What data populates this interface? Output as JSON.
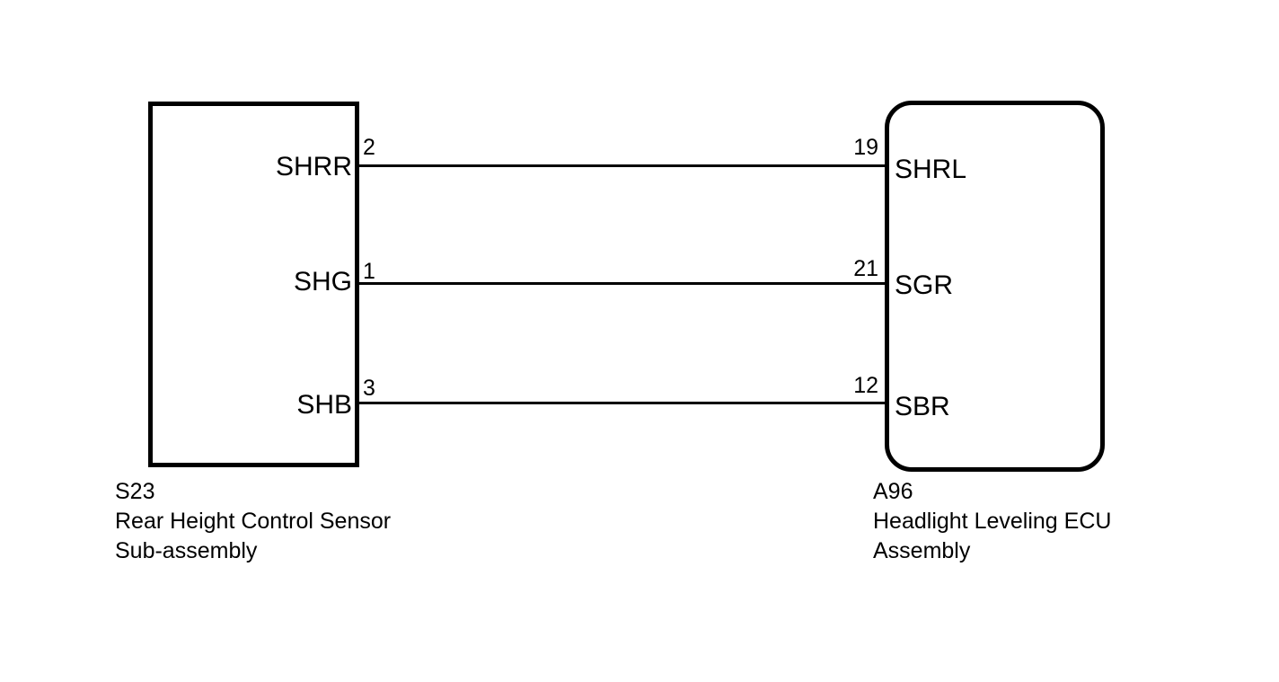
{
  "components": {
    "left": {
      "code": "S23",
      "name_line1": "Rear Height Control Sensor",
      "name_line2": "Sub-assembly",
      "shape": "rectangle",
      "terminals": [
        {
          "pin": "2",
          "label": "SHRR"
        },
        {
          "pin": "1",
          "label": "SHG"
        },
        {
          "pin": "3",
          "label": "SHB"
        }
      ]
    },
    "right": {
      "code": "A96",
      "name_line1": "Headlight Leveling ECU",
      "name_line2": "Assembly",
      "shape": "rounded-rectangle",
      "terminals": [
        {
          "pin": "19",
          "label": "SHRL"
        },
        {
          "pin": "21",
          "label": "SGR"
        },
        {
          "pin": "12",
          "label": "SBR"
        }
      ]
    }
  },
  "connections": [
    {
      "from_component": "S23",
      "from_label": "SHRR",
      "from_pin": "2",
      "to_pin": "19",
      "to_label": "SHRL",
      "to_component": "A96"
    },
    {
      "from_component": "S23",
      "from_label": "SHG",
      "from_pin": "1",
      "to_pin": "21",
      "to_label": "SGR",
      "to_component": "A96"
    },
    {
      "from_component": "S23",
      "from_label": "SHB",
      "from_pin": "3",
      "to_pin": "12",
      "to_label": "SBR",
      "to_component": "A96"
    }
  ],
  "colors": {
    "line": "#000000",
    "background": "#ffffff"
  }
}
